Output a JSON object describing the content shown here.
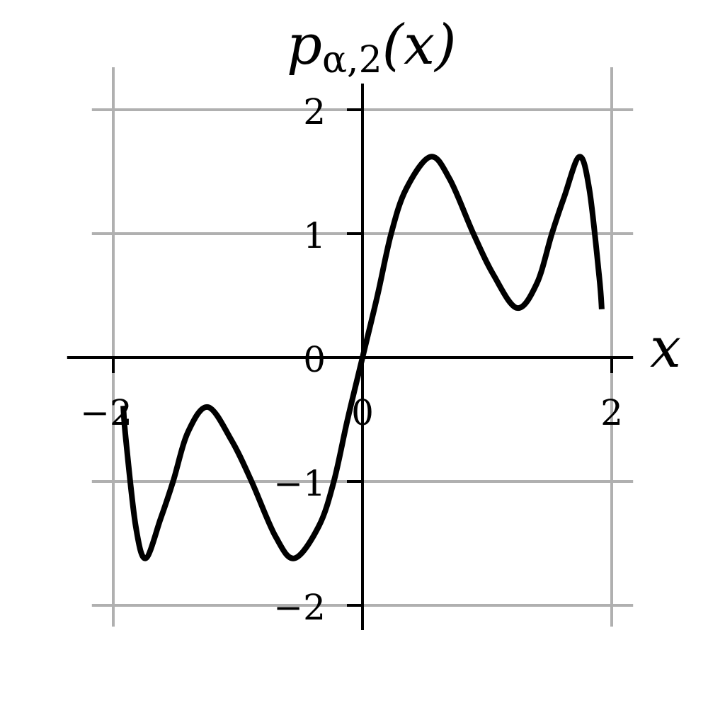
{
  "chart_data": {
    "type": "line",
    "title": "p_{α,2}(x)",
    "title_parts": {
      "main": "p",
      "sub": "α,2",
      "arg": "(x)"
    },
    "xlabel": "x",
    "ylabel": "",
    "xlim": [
      -2.2,
      2.2
    ],
    "ylim": [
      -2.2,
      2.2
    ],
    "grid": true,
    "xticks": [
      -2,
      0,
      2
    ],
    "xtick_labels": [
      "−2",
      "0",
      "2"
    ],
    "yticks": [
      -2,
      -1,
      0,
      1,
      2
    ],
    "ytick_labels": [
      "−2",
      "−1",
      "0",
      "1",
      "2"
    ],
    "line_color": "#000000",
    "grid_color": "#b0b0b0",
    "series": [
      {
        "x": [
          -1.92,
          -1.9,
          -1.82,
          -1.74,
          -1.62,
          -1.52,
          -1.4,
          -1.24,
          -1.05,
          -0.89,
          -0.7,
          -0.545,
          -0.35,
          -0.23,
          -0.12,
          0,
          0.12,
          0.23,
          0.35,
          0.545,
          0.7,
          0.89,
          1.05,
          1.24,
          1.4,
          1.52,
          1.62,
          1.74,
          1.82,
          1.9,
          1.92
        ],
        "y": [
          -0.39,
          -0.65,
          -1.36,
          -1.62,
          -1.3,
          -1.0,
          -0.6,
          -0.4,
          -0.67,
          -1.0,
          -1.44,
          -1.62,
          -1.36,
          -1.0,
          -0.5,
          0,
          0.5,
          1.0,
          1.36,
          1.62,
          1.44,
          1.0,
          0.67,
          0.4,
          0.6,
          1.0,
          1.3,
          1.62,
          1.36,
          0.65,
          0.39
        ]
      }
    ]
  }
}
